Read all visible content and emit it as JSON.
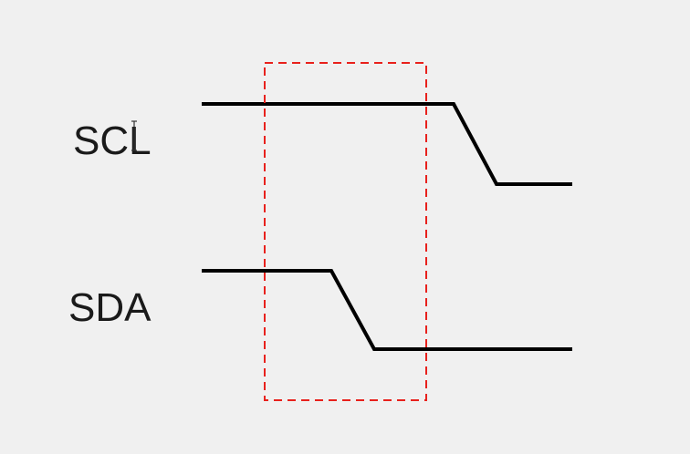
{
  "diagram": {
    "signals": [
      {
        "name": "SCL"
      },
      {
        "name": "SDA"
      }
    ],
    "colors": {
      "background": "#f0f0f0",
      "waveform": "#000000",
      "highlight_box": "#e8211c",
      "label": "#1a1a1a"
    },
    "highlight_style": "dashed"
  }
}
